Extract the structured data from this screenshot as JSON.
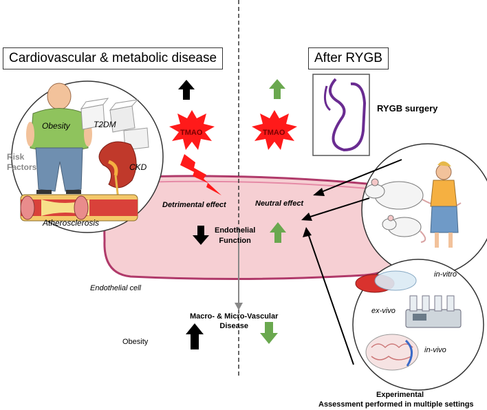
{
  "left_panel": {
    "title": "Cardiovascular & metabolic disease",
    "risk_factors_label": "Risk\nFactors",
    "risk_factors": [
      "Obesity",
      "T2DM",
      "CKD",
      "Atherosclerosis"
    ],
    "tmao_label": "TMAO",
    "effect_label": "Detrimental effect",
    "endothelial_arrow": "down",
    "disease_arrow": "up",
    "obesity_arrow": "up"
  },
  "right_panel": {
    "title": "After RYGB",
    "surgery_label": "RYGB surgery",
    "tmao_label": "TMAO",
    "effect_label": "Neutral effect",
    "endothelial_arrow": "up",
    "disease_arrow": "down"
  },
  "center": {
    "endothelial_function_label": "Endothelial\nFunction",
    "endothelial_cell_label": "Endothelial cell",
    "vascular_disease_label": "Macro- & Micro-Vascular\nDisease",
    "obesity_label": "Obesity"
  },
  "settings": {
    "labels": [
      "in-vitro",
      "ex-vivo",
      "in-vivo"
    ],
    "caption_line1": "Experimental",
    "caption_line2": "Assessment performed in multiple settings"
  },
  "colors": {
    "up_black": "#000000",
    "green_arrow": "#6aa84f",
    "tmao_star": "#ff1a1a",
    "cell_fill": "#f6cfd3",
    "cell_border": "#b03a6a",
    "stomach": "#6a2c91"
  }
}
